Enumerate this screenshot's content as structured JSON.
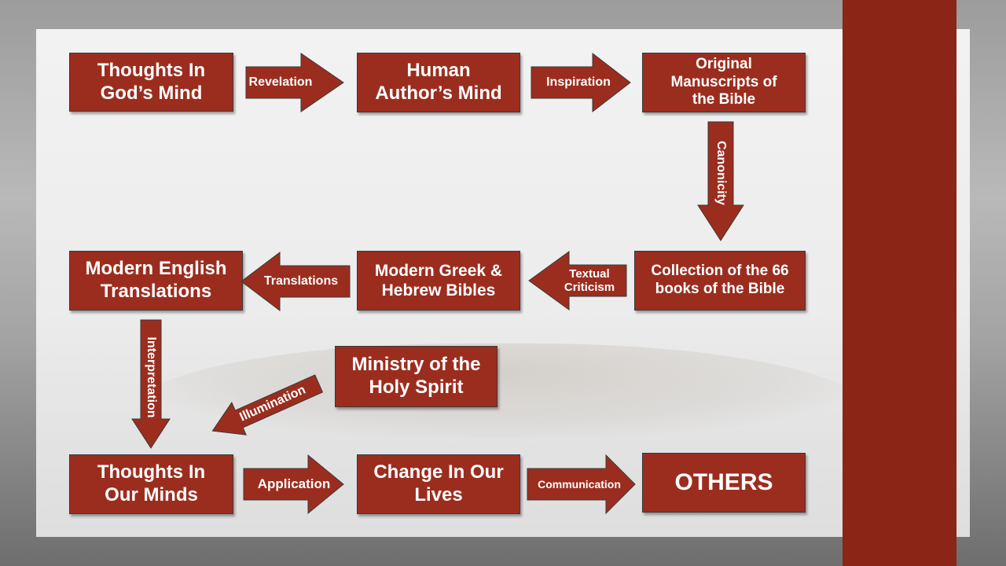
{
  "colors": {
    "box_fill": "#9b2d1f",
    "stripe": "#8b2515",
    "panel": "#efefef"
  },
  "nodes": {
    "gods_mind": "Thoughts In\nGod’s Mind",
    "human_author": "Human\nAuthor’s Mind",
    "original_manuscripts": "Original\nManuscripts of\nthe Bible",
    "collection_66": "Collection of the 66\nbooks of the Bible",
    "greek_hebrew": "Modern Greek &\nHebrew Bibles",
    "english_translations": "Modern English\nTranslations",
    "holy_spirit": "Ministry of the\nHoly Spirit",
    "our_minds": "Thoughts In\nOur Minds",
    "change_lives": "Change In Our\nLives",
    "others": "OTHERS"
  },
  "arrows": {
    "revelation": "Revelation",
    "inspiration": "Inspiration",
    "canonicity": "Canonicity",
    "textual_criticism": "Textual\nCriticism",
    "translations": "Translations",
    "interpretation": "Interpretation",
    "illumination": "Illumination",
    "application": "Application",
    "communication": "Communication"
  }
}
